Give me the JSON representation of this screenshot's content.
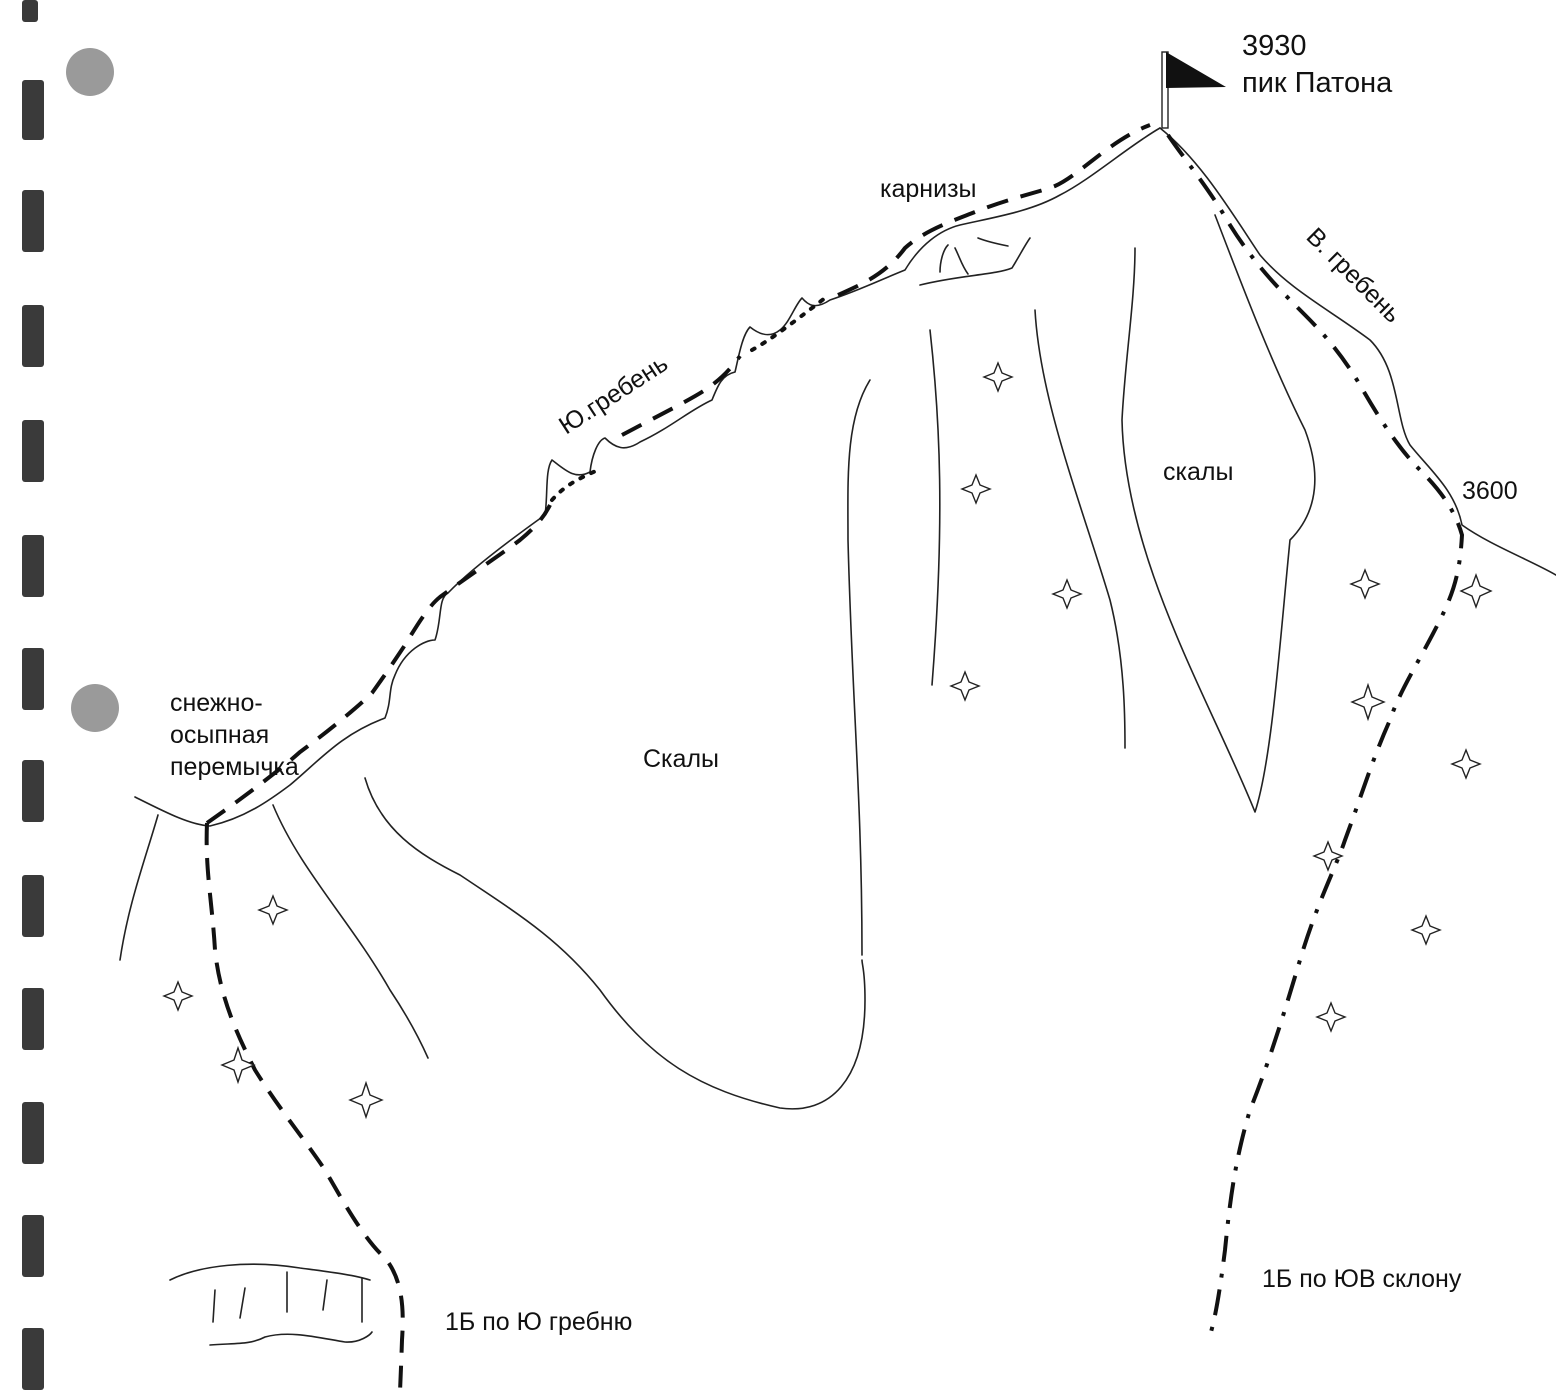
{
  "summit": {
    "height": "3930",
    "name": "пик Патона"
  },
  "labels": {
    "cornices": "карнизы",
    "east_ridge": "В. гребень",
    "south_ridge": "Ю.гребень",
    "rocks_small": "скалы",
    "rocks_big": "Скалы",
    "saddle_1": "снежно-",
    "saddle_2": "осыпная",
    "saddle_3": "перемычка",
    "height_3600": "3600"
  },
  "routes": {
    "south_ridge_route": "1Б по Ю гребню",
    "southeast_slope_route": "1Б по ЮВ склону"
  },
  "colors": {
    "ink": "#111111",
    "paper": "#ffffff",
    "binder_mark": "#3a3a3a"
  }
}
